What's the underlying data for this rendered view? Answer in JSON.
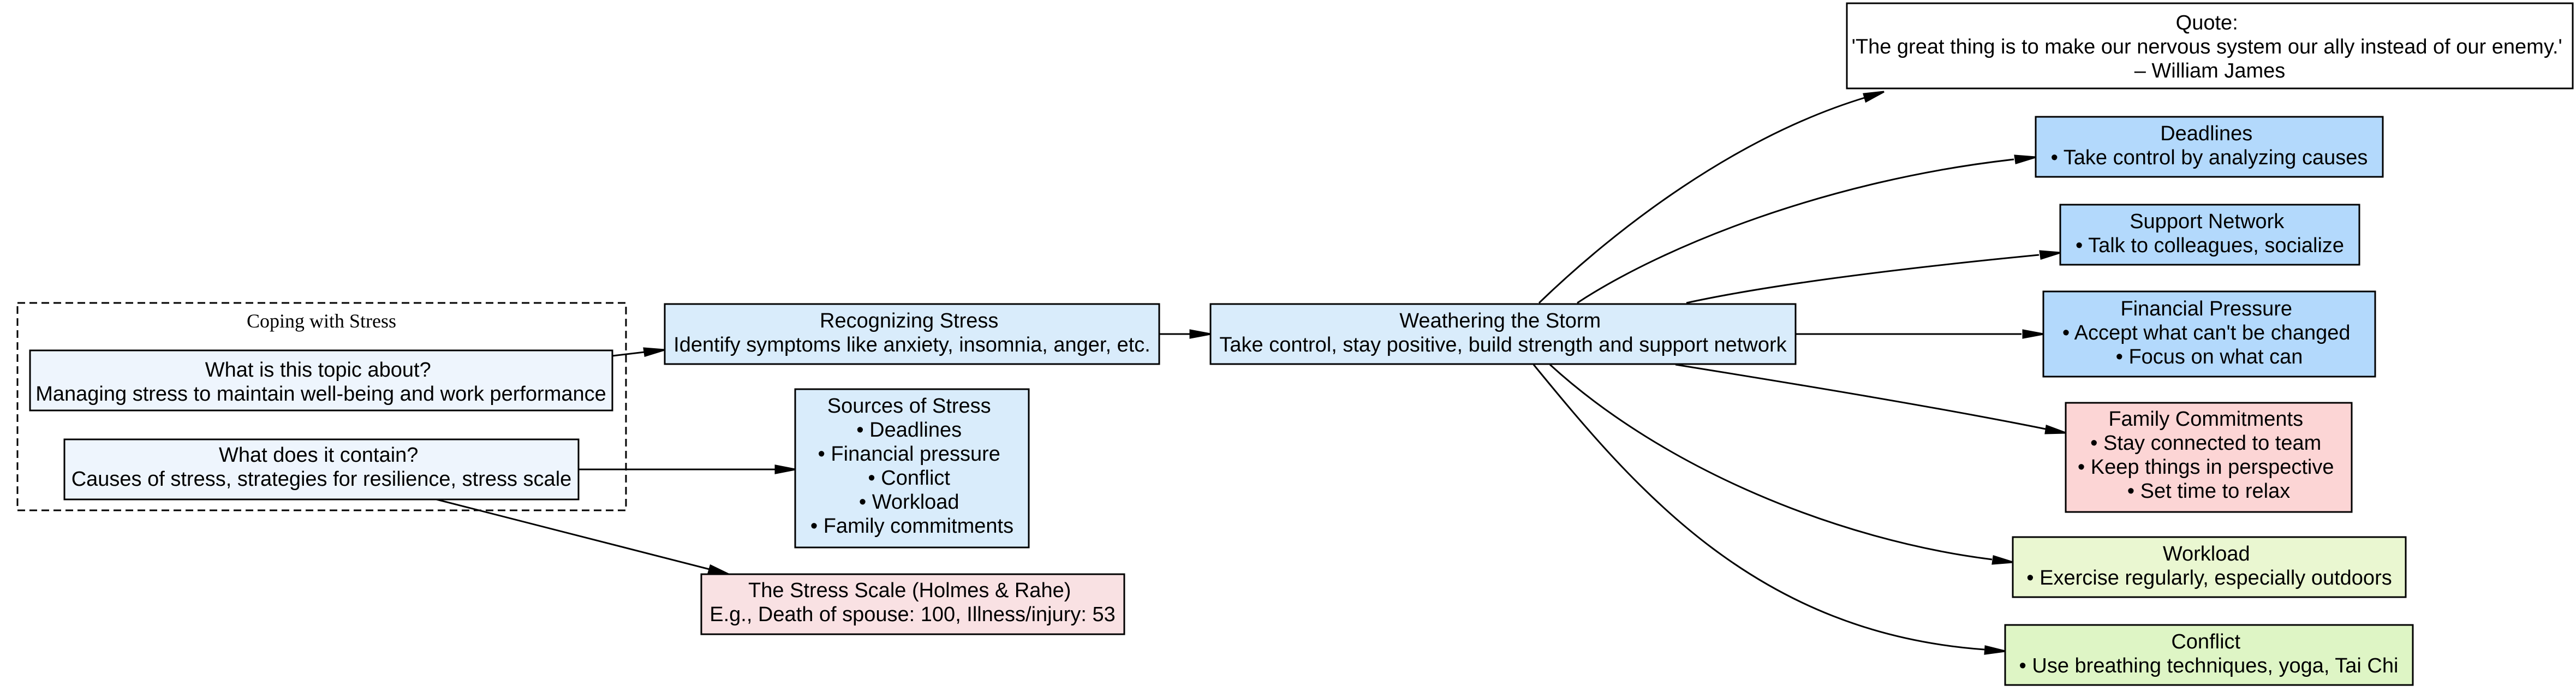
{
  "cluster": {
    "label": "Coping with Stress"
  },
  "nodes": {
    "about": {
      "lines": [
        "What is this topic about?",
        "Managing stress to maintain well-being and work performance"
      ],
      "fill": "#eef5fd"
    },
    "contain": {
      "lines": [
        "What does it contain?",
        "Causes of stress, strategies for resilience, stress scale"
      ],
      "fill": "#eef5fd"
    },
    "recognizing": {
      "lines": [
        "Recognizing Stress",
        "Identify symptoms like anxiety, insomnia, anger, etc."
      ],
      "fill": "#d9ecfb"
    },
    "sources": {
      "lines": [
        "Sources of Stress",
        "• Deadlines",
        "• Financial pressure",
        "• Conflict",
        "• Workload",
        "• Family commitments"
      ],
      "fill": "#d9ecfb"
    },
    "scale": {
      "lines": [
        "The Stress Scale (Holmes & Rahe)",
        "E.g., Death of spouse: 100, Illness/injury: 53"
      ],
      "fill": "#f9e1e3"
    },
    "weathering": {
      "lines": [
        "Weathering the Storm",
        "Take control, stay positive, build strength and support network"
      ],
      "fill": "#d9ecfb"
    },
    "quote": {
      "lines": [
        "Quote:",
        "'The great thing is to make our nervous system our ally instead of our enemy.'",
        "– William James"
      ],
      "fill": "#ffffff"
    },
    "deadlines": {
      "lines": [
        "Deadlines",
        "• Take control by analyzing causes"
      ],
      "fill": "#b3d9fc"
    },
    "support": {
      "lines": [
        "Support Network",
        "• Talk to colleagues, socialize"
      ],
      "fill": "#b3d9fc"
    },
    "financial": {
      "lines": [
        "Financial Pressure",
        "• Accept what can't be changed",
        "• Focus on what can"
      ],
      "fill": "#b3d9fc"
    },
    "family": {
      "lines": [
        "Family Commitments",
        "• Stay connected to team",
        "• Keep things in perspective",
        "• Set time to relax"
      ],
      "fill": "#fcd5d5"
    },
    "workload": {
      "lines": [
        "Workload",
        "• Exercise regularly, especially outdoors"
      ],
      "fill": "#eaf7d1"
    },
    "conflict": {
      "lines": [
        "Conflict",
        "• Use breathing techniques, yoga, Tai Chi"
      ],
      "fill": "#def5c5"
    }
  },
  "edges": [
    [
      "about",
      "recognizing"
    ],
    [
      "contain",
      "sources"
    ],
    [
      "contain",
      "scale"
    ],
    [
      "recognizing",
      "weathering"
    ],
    [
      "weathering",
      "quote"
    ],
    [
      "weathering",
      "deadlines"
    ],
    [
      "weathering",
      "support"
    ],
    [
      "weathering",
      "financial"
    ],
    [
      "weathering",
      "family"
    ],
    [
      "weathering",
      "workload"
    ],
    [
      "weathering",
      "conflict"
    ]
  ]
}
